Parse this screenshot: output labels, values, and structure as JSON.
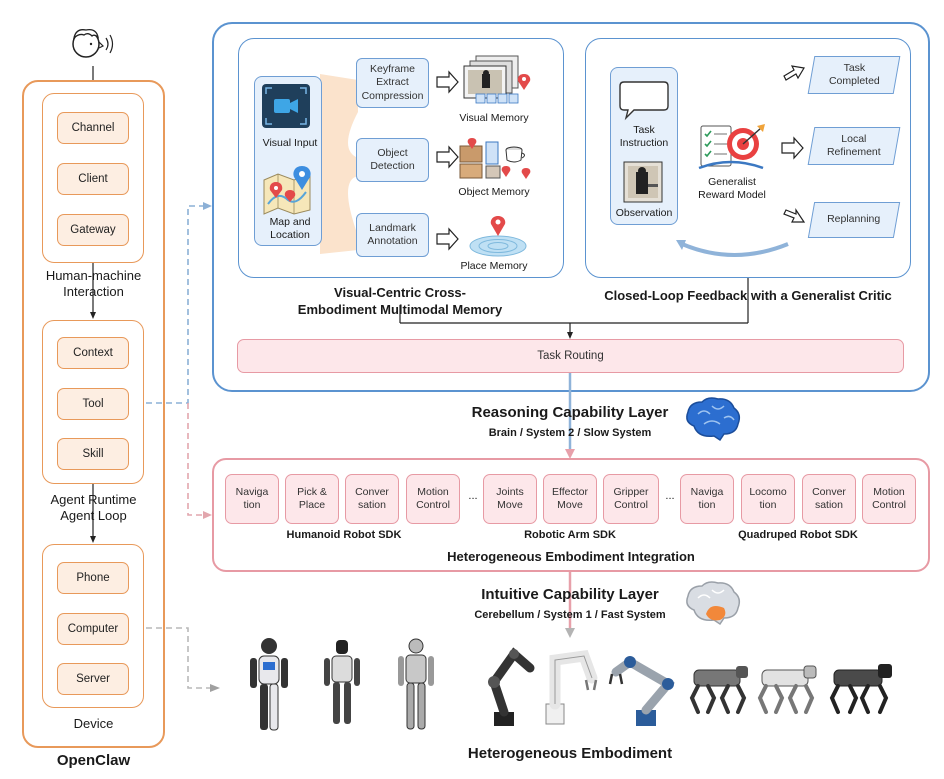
{
  "openclaw": {
    "title": "OpenClaw",
    "groups": [
      {
        "label": "Human-machine\nInteraction",
        "items": [
          "Channel",
          "Client",
          "Gateway"
        ]
      },
      {
        "label": "Agent Runtime\nAgent Loop",
        "items": [
          "Context",
          "Tool",
          "Skill"
        ]
      },
      {
        "label": "Device",
        "items": [
          "Phone",
          "Computer",
          "Server"
        ]
      }
    ]
  },
  "memory": {
    "title": "Visual-Centric Cross-\nEmbodiment Multimodal Memory",
    "inputs": [
      "Visual Input",
      "Map and\nLocation"
    ],
    "processes": [
      "Keyframe\nExtract\nCompression",
      "Object\nDetection",
      "Landmark\nAnnotation"
    ],
    "outputs": [
      "Visual Memory",
      "Object Memory",
      "Place Memory"
    ]
  },
  "feedback": {
    "title": "Closed-Loop Feedback with a Generalist Critic",
    "inputs": [
      "Task\nInstruction",
      "Observation"
    ],
    "critic": "Generalist\nReward Model",
    "outcomes": [
      "Task\nCompleted",
      "Local\nRefinement",
      "Replanning"
    ]
  },
  "routing": "Task Routing",
  "reasoning": {
    "title": "Reasoning Capability Layer",
    "subtitle": "Brain / System 2 / Slow System"
  },
  "integration": {
    "title": "Heterogeneous Embodiment Integration",
    "ellipsis": "...",
    "sdks": [
      {
        "name": "Humanoid Robot SDK",
        "modules": [
          "Naviga\ntion",
          "Pick &\nPlace",
          "Conver\nsation",
          "Motion\nControl"
        ]
      },
      {
        "name": "Robotic Arm SDK",
        "modules": [
          "Joints\nMove",
          "Effector\nMove",
          "Gripper\nControl"
        ]
      },
      {
        "name": "Quadruped Robot SDK",
        "modules": [
          "Naviga\ntion",
          "Locomo\ntion",
          "Conver\nsation",
          "Motion\nControl"
        ]
      }
    ]
  },
  "intuitive": {
    "title": "Intuitive Capability Layer",
    "subtitle": "Cerebellum / System 1 / Fast System"
  },
  "embodiment": {
    "title": "Heterogeneous Embodiment"
  },
  "colors": {
    "orange": "#e8995a",
    "pink": "#e79aa4",
    "blue": "#6f9ed4"
  }
}
